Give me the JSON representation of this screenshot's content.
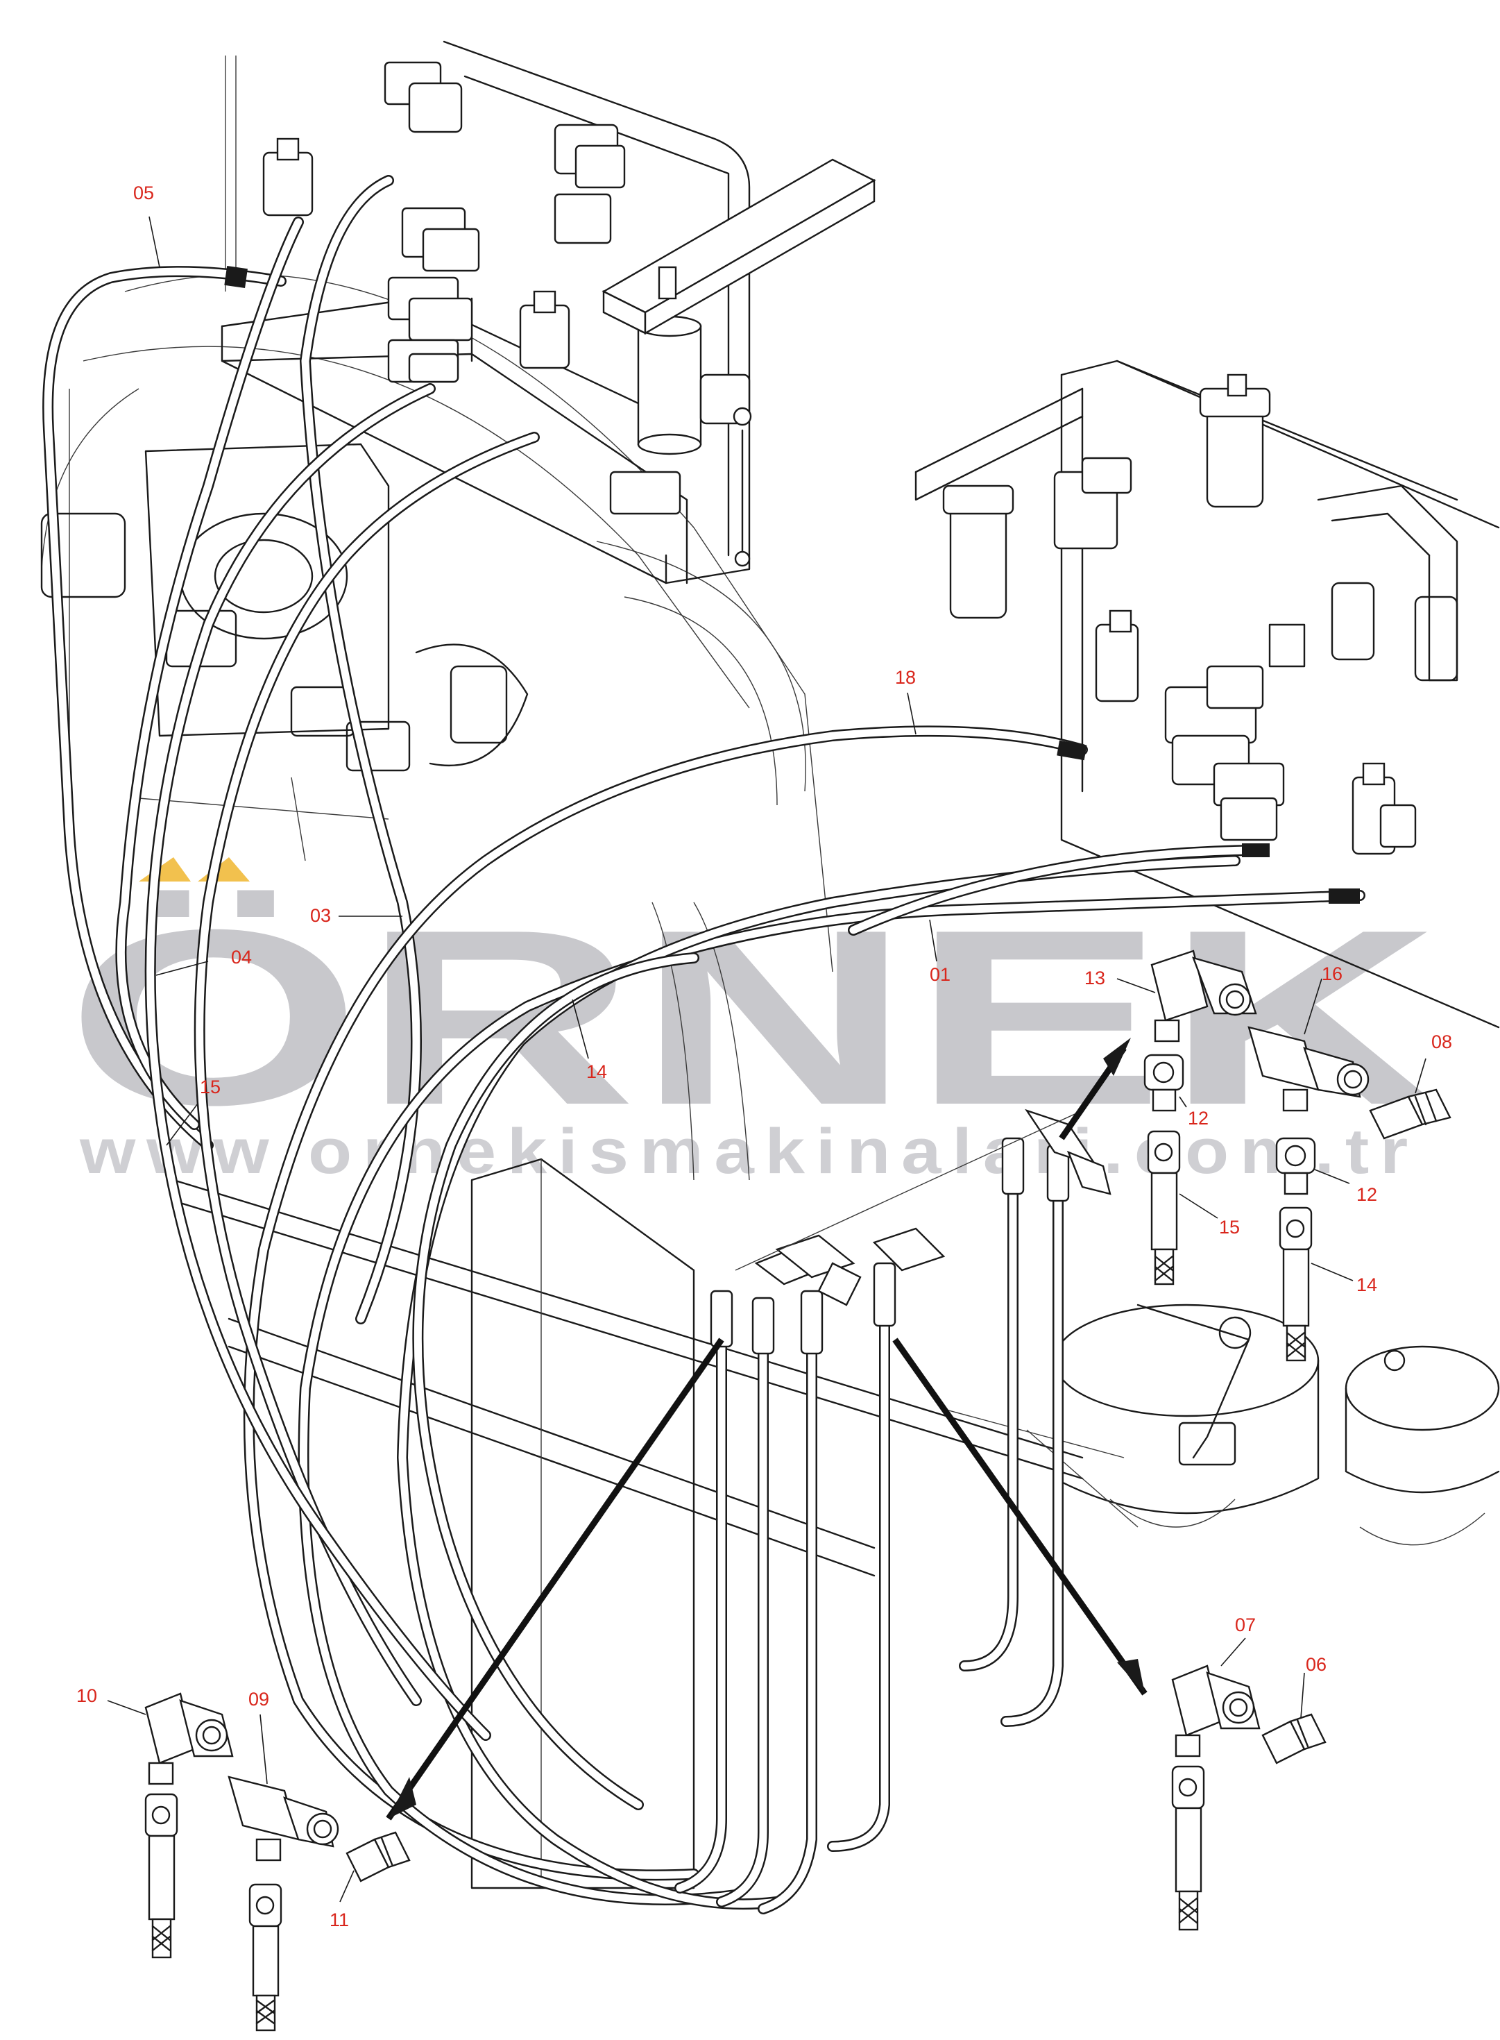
{
  "watermark": {
    "brand": "ÖRNEK",
    "url": "www.ornekismakinalari.com.tr",
    "accent_color": "#f2c14e",
    "text_color": "#c8c8cc"
  },
  "callout_color": "#d9261c",
  "callouts": [
    {
      "id": "c05",
      "label": "05"
    },
    {
      "id": "c18",
      "label": "18"
    },
    {
      "id": "c03",
      "label": "03"
    },
    {
      "id": "c04",
      "label": "04"
    },
    {
      "id": "c01",
      "label": "01"
    },
    {
      "id": "c13",
      "label": "13"
    },
    {
      "id": "c16",
      "label": "16"
    },
    {
      "id": "c08",
      "label": "08"
    },
    {
      "id": "c14a",
      "label": "14"
    },
    {
      "id": "c15a",
      "label": "15"
    },
    {
      "id": "c12a",
      "label": "12"
    },
    {
      "id": "c12b",
      "label": "12"
    },
    {
      "id": "c15b",
      "label": "15"
    },
    {
      "id": "c14b",
      "label": "14"
    },
    {
      "id": "c07",
      "label": "07"
    },
    {
      "id": "c06",
      "label": "06"
    },
    {
      "id": "c10",
      "label": "10"
    },
    {
      "id": "c09",
      "label": "09"
    },
    {
      "id": "c11",
      "label": "11"
    }
  ]
}
